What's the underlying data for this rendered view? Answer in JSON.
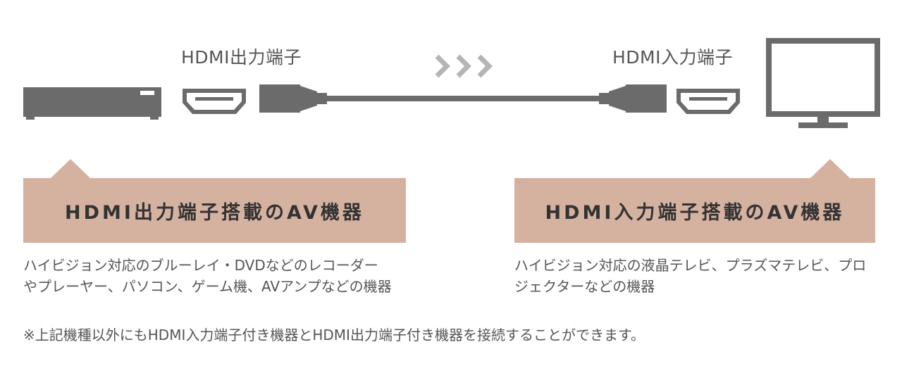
{
  "labels": {
    "output_terminal": "HDMI出力端子",
    "input_terminal": "HDMI入力端子"
  },
  "left_box": {
    "title": "HDMI出力端子搭載のAV機器",
    "description_line1": "ハイビジョン対応のブルーレイ・DVDなどのレコーダー",
    "description_line2": "やプレーヤー、パソコン、ゲーム機、AVアンプなどの機器"
  },
  "right_box": {
    "title": "HDMI入力端子搭載のAV機器",
    "description_line1": "ハイビジョン対応の液晶テレビ、プラズマテレビ、プロ",
    "description_line2": "ジェクターなどの機器"
  },
  "footnote": "※上記機種以外にもHDMI入力端子付き機器とHDMI出力端子付き機器を接続することができます。",
  "icons": {
    "source_device": "av-recorder-icon",
    "output_port": "hdmi-port-icon",
    "cable": "hdmi-cable-icon",
    "direction": "chevron-right-icon",
    "input_port": "hdmi-port-icon",
    "display_device": "tv-monitor-icon"
  },
  "colors": {
    "device_gray": "#6b6b6b",
    "callout_fill": "#d5b2a0",
    "chevron_gray": "#b5b5b5"
  }
}
